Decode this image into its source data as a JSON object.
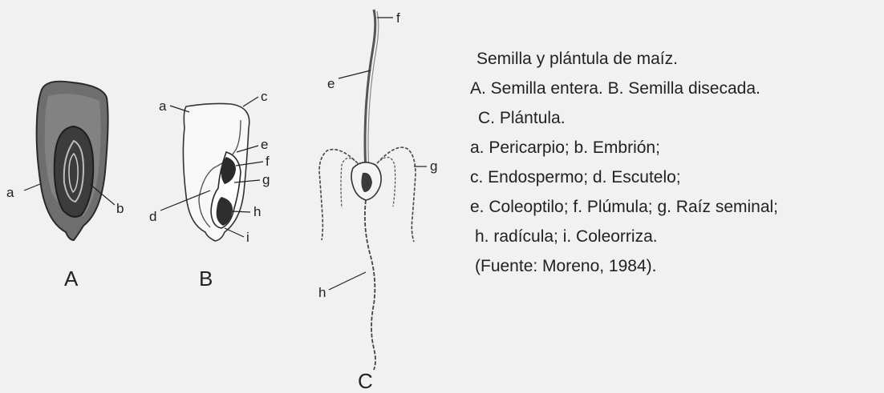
{
  "figure": {
    "panels": {
      "A": "A",
      "B": "B",
      "C": "C"
    },
    "parts": {
      "a": "a",
      "b": "b",
      "c": "c",
      "d": "d",
      "e": "e",
      "f": "f",
      "g": "g",
      "h": "h",
      "i": "i"
    }
  },
  "caption": {
    "title": "Semilla y plántula de maíz.",
    "line1": "A.  Semilla entera.  B. Semilla disecada.",
    "line2": "C. Plántula.",
    "line3": "a. Pericarpio; b. Embrión;",
    "line4": "c. Endospermo; d. Escutelo;",
    "line5": "e. Coleoptilo; f. Plúmula; g. Raíz seminal;",
    "line6": "h. radícula; i. Coleorriza.",
    "source": "(Fuente: Moreno, 1984)."
  }
}
